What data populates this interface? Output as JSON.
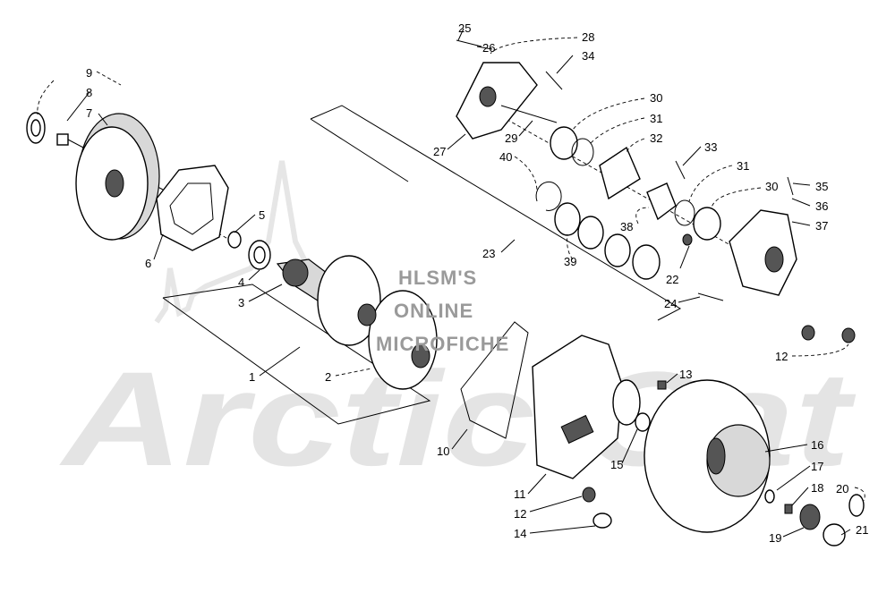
{
  "watermark": {
    "brand": "Arctic Cat",
    "site_line_1": "HLSM'S",
    "site_line_2": "ONLINE",
    "site_line_3": "MICROFICHE"
  },
  "callouts": [
    {
      "id": "c1",
      "label": "1"
    },
    {
      "id": "c2",
      "label": "2"
    },
    {
      "id": "c3",
      "label": "3"
    },
    {
      "id": "c4",
      "label": "4"
    },
    {
      "id": "c5",
      "label": "5"
    },
    {
      "id": "c6",
      "label": "6"
    },
    {
      "id": "c7",
      "label": "7"
    },
    {
      "id": "c8",
      "label": "8"
    },
    {
      "id": "c9",
      "label": "9"
    },
    {
      "id": "c10",
      "label": "10"
    },
    {
      "id": "c11",
      "label": "11"
    },
    {
      "id": "c12a",
      "label": "12"
    },
    {
      "id": "c12b",
      "label": "12"
    },
    {
      "id": "c13",
      "label": "13"
    },
    {
      "id": "c14",
      "label": "14"
    },
    {
      "id": "c15",
      "label": "15"
    },
    {
      "id": "c16",
      "label": "16"
    },
    {
      "id": "c17",
      "label": "17"
    },
    {
      "id": "c18",
      "label": "18"
    },
    {
      "id": "c19",
      "label": "19"
    },
    {
      "id": "c20",
      "label": "20"
    },
    {
      "id": "c21",
      "label": "21"
    },
    {
      "id": "c22",
      "label": "22"
    },
    {
      "id": "c23",
      "label": "23"
    },
    {
      "id": "c24",
      "label": "24"
    },
    {
      "id": "c25",
      "label": "25"
    },
    {
      "id": "c26",
      "label": "26"
    },
    {
      "id": "c27",
      "label": "27"
    },
    {
      "id": "c28",
      "label": "28"
    },
    {
      "id": "c29",
      "label": "29"
    },
    {
      "id": "c30a",
      "label": "30"
    },
    {
      "id": "c30b",
      "label": "30"
    },
    {
      "id": "c31a",
      "label": "31"
    },
    {
      "id": "c31b",
      "label": "31"
    },
    {
      "id": "c32",
      "label": "32"
    },
    {
      "id": "c33",
      "label": "33"
    },
    {
      "id": "c34",
      "label": "34"
    },
    {
      "id": "c35",
      "label": "35"
    },
    {
      "id": "c36",
      "label": "36"
    },
    {
      "id": "c37",
      "label": "37"
    },
    {
      "id": "c38",
      "label": "38"
    },
    {
      "id": "c39",
      "label": "39"
    },
    {
      "id": "c40",
      "label": "40"
    }
  ]
}
